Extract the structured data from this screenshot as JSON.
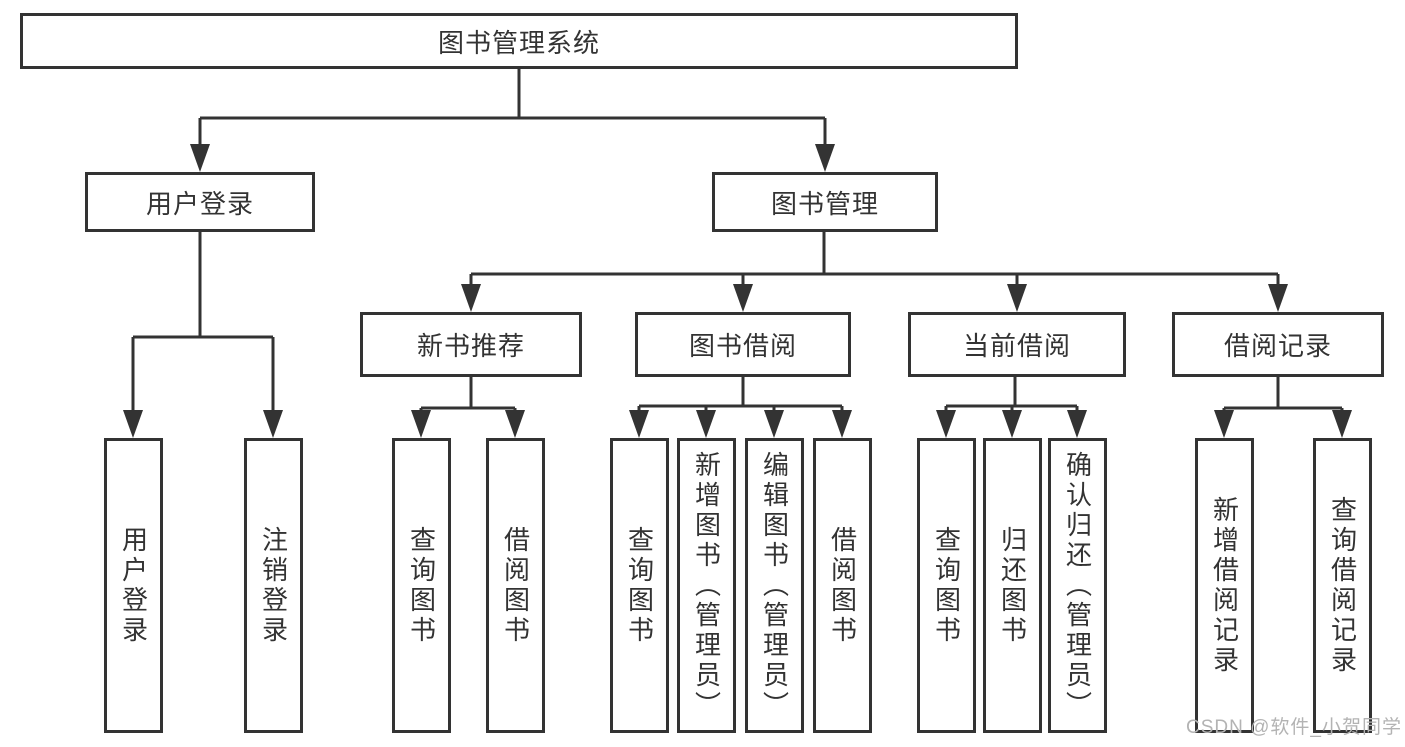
{
  "watermark": "CSDN @软件_小贺同学",
  "colors": {
    "line": "#333333",
    "text": "#333333",
    "background": "#ffffff",
    "watermark": "#b3b3b3"
  },
  "tree": {
    "label": "图书管理系统",
    "children": [
      {
        "label": "用户登录",
        "children": [
          {
            "label": "用户登录"
          },
          {
            "label": "注销登录"
          }
        ]
      },
      {
        "label": "图书管理",
        "children": [
          {
            "label": "新书推荐",
            "children": [
              {
                "label": "查询图书"
              },
              {
                "label": "借阅图书"
              }
            ]
          },
          {
            "label": "图书借阅",
            "children": [
              {
                "label": "查询图书"
              },
              {
                "label": "新增图书（管理员）"
              },
              {
                "label": "编辑图书（管理员）"
              },
              {
                "label": "借阅图书"
              }
            ]
          },
          {
            "label": "当前借阅",
            "children": [
              {
                "label": "查询图书"
              },
              {
                "label": "归还图书"
              },
              {
                "label": "确认归还（管理员）"
              }
            ]
          },
          {
            "label": "借阅记录",
            "children": [
              {
                "label": "新增借阅记录"
              },
              {
                "label": "查询借阅记录"
              }
            ]
          }
        ]
      }
    ]
  }
}
